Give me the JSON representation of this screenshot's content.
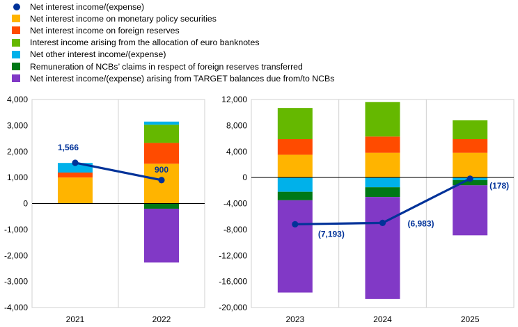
{
  "legend": [
    {
      "label": "Net interest income/(expense)",
      "color": "#003299",
      "marker": "dot"
    },
    {
      "label": "Net interest income on monetary policy securities",
      "color": "#FFB400",
      "marker": "square"
    },
    {
      "label": "Net interest income on foreign reserves",
      "color": "#FF4B00",
      "marker": "square"
    },
    {
      "label": "Interest income arising from the allocation of euro banknotes",
      "color": "#65B800",
      "marker": "square"
    },
    {
      "label": "Net other interest income/(expense)",
      "color": "#00B1EA",
      "marker": "square"
    },
    {
      "label": "Remuneration of NCBs’ claims in respect of foreign reserves transferred",
      "color": "#007816",
      "marker": "square"
    },
    {
      "label": "Net interest income/(expense) arising from TARGET balances due from/to NCBs",
      "color": "#8139C6",
      "marker": "square"
    }
  ],
  "chart_data": [
    {
      "type": "bar",
      "stacked": true,
      "categories": [
        "2021",
        "2022"
      ],
      "ylim": [
        -4000,
        4000
      ],
      "yticks": [
        -4000,
        -3000,
        -2000,
        -1000,
        0,
        1000,
        2000,
        3000,
        4000
      ],
      "ytick_labels": [
        "-4,000",
        "-3,000",
        "-2,000",
        "-1,000",
        "0",
        "1,000",
        "2,000",
        "3,000",
        "4,000"
      ],
      "grid": "vertical separators",
      "series": [
        {
          "name": "Net interest income on monetary policy securities",
          "color": "#FFB400",
          "values": [
            1000,
            1530
          ]
        },
        {
          "name": "Net interest income on foreign reserves",
          "color": "#FF4B00",
          "values": [
            190,
            800
          ]
        },
        {
          "name": "Interest income arising from the allocation of euro banknotes",
          "color": "#65B800",
          "values": [
            0,
            700
          ]
        },
        {
          "name": "Net other interest income/(expense)",
          "color": "#00B1EA",
          "values": [
            370,
            120
          ]
        },
        {
          "name": "Remuneration of NCBs’ claims in respect of foreign reserves transferred",
          "color": "#007816",
          "values": [
            0,
            -200
          ]
        },
        {
          "name": "Net interest income/(expense) arising from TARGET balances due from/to NCBs",
          "color": "#8139C6",
          "values": [
            0,
            -2070
          ]
        }
      ],
      "line": {
        "name": "Net interest income/(expense)",
        "color": "#003299",
        "values": [
          1566,
          900
        ],
        "labels": [
          "1,566",
          "900"
        ]
      }
    },
    {
      "type": "bar",
      "stacked": true,
      "categories": [
        "2023",
        "2024",
        "2025"
      ],
      "ylim": [
        -20000,
        12000
      ],
      "yticks": [
        -20000,
        -16000,
        -12000,
        -8000,
        -4000,
        0,
        4000,
        8000,
        12000
      ],
      "ytick_labels": [
        "-20,000",
        "-16,000",
        "-12,000",
        "-8,000",
        "-4,000",
        "0",
        "4,000",
        "8,000",
        "12,000"
      ],
      "grid": "vertical separators",
      "series": [
        {
          "name": "Net interest income on monetary policy securities",
          "color": "#FFB400",
          "values": [
            3500,
            3800,
            3800
          ]
        },
        {
          "name": "Net interest income on foreign reserves",
          "color": "#FF4B00",
          "values": [
            2400,
            2500,
            2100
          ]
        },
        {
          "name": "Interest income arising from the allocation of euro banknotes",
          "color": "#65B800",
          "values": [
            4800,
            5300,
            2900
          ]
        },
        {
          "name": "Net other interest income/(expense)",
          "color": "#00B1EA",
          "values": [
            -2200,
            -1500,
            -400
          ]
        },
        {
          "name": "Remuneration of NCBs’ claims in respect of foreign reserves transferred",
          "color": "#007816",
          "values": [
            -1300,
            -1500,
            -800
          ]
        },
        {
          "name": "Net interest income/(expense) arising from TARGET balances due from/to NCBs",
          "color": "#8139C6",
          "values": [
            -14200,
            -15700,
            -7700
          ]
        }
      ],
      "line": {
        "name": "Net interest income/(expense)",
        "color": "#003299",
        "values": [
          -7193,
          -6983,
          -178
        ],
        "labels": [
          "(7,193)",
          "(6,983)",
          "(178)"
        ]
      }
    }
  ]
}
